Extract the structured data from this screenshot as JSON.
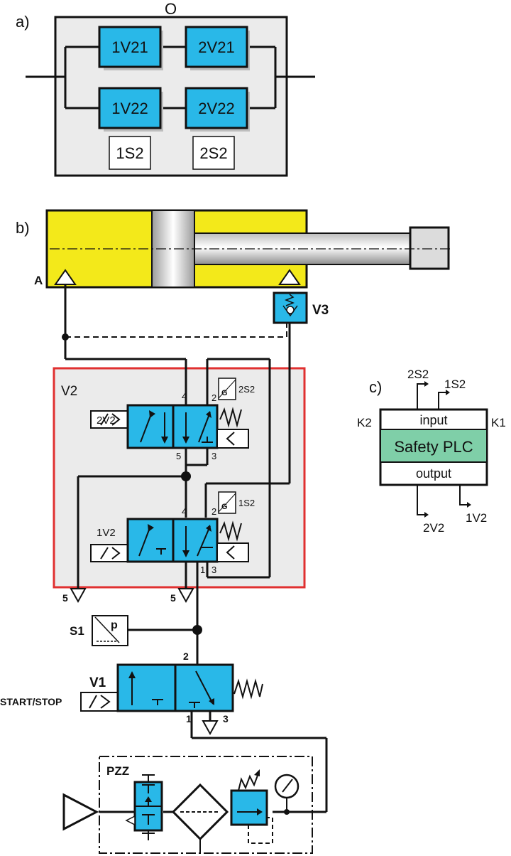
{
  "panel_a": {
    "letter": "a)",
    "block_label": "O",
    "valves": [
      "1V21",
      "2V21",
      "1V22",
      "2V22"
    ],
    "sensors": [
      "1S2",
      "2S2"
    ]
  },
  "panel_b": {
    "letter": "b)",
    "port_a": "A",
    "v3": "V3",
    "v2_block": "V2",
    "valve_upper": {
      "name": "2V2",
      "sensor": "2S2",
      "port4": "4",
      "port2": "2",
      "port5": "5",
      "port3": "3"
    },
    "valve_lower": {
      "name": "1V2",
      "sensor": "1S2",
      "port4": "4",
      "port2": "2",
      "port1": "1",
      "port3": "3"
    },
    "exhaust_left": "5",
    "exhaust_mid": "5",
    "s1": "S1",
    "s1_symbol": "p",
    "v1": "V1",
    "v1_input": "START/STOP",
    "v1_port2": "2",
    "v1_port1": "1",
    "v1_port3": "3",
    "frl": "PZZ",
    "sensor_symbol_g": "G"
  },
  "panel_c": {
    "letter": "c)",
    "top_sig_1": "2S2",
    "top_sig_2": "1S2",
    "left_tag": "K2",
    "right_tag": "K1",
    "input": "input",
    "plc": "Safety PLC",
    "output": "output",
    "bot_sig_1": "2V2",
    "bot_sig_2": "1V2"
  },
  "colors": {
    "valve_blue": "#29b8e8",
    "cylinder_yellow": "#f3e91a",
    "panel_grey": "#ebebeb",
    "v2_border_red": "#e03030",
    "plc_green": "#7fcfa8"
  }
}
